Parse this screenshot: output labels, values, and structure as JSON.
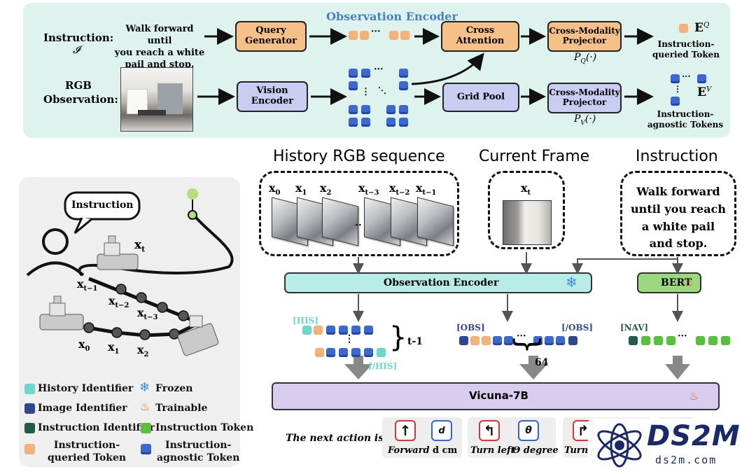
{
  "encoder_panel": {
    "title": "Observation Encoder",
    "instruction_label": "Instruction:",
    "instruction_symbol": "𝓘",
    "instruction_text_1": "Walk forward until",
    "instruction_text_2": "you reach a white",
    "instruction_text_3": "pail and stop.",
    "rgb_label_1": "RGB",
    "rgb_label_2": "Observation:",
    "query_generator_1": "Query",
    "query_generator_2": "Generator",
    "vision_encoder_1": "Vision",
    "vision_encoder_2": "Encoder",
    "cross_attention_1": "Cross",
    "cross_attention_2": "Attention",
    "grid_pool": "Grid Pool",
    "projector_1": "Cross-Modality",
    "projector_2": "Projector",
    "pq_label": "P",
    "pq_sub": "Q",
    "pq_arg": "(·)",
    "pv_label": "P",
    "pv_sub": "V",
    "pv_arg": "(·)",
    "eq_label": "E",
    "eq_sup": "Q",
    "ev_label": "E",
    "ev_sup": "V",
    "eq_caption_1": "Instruction-",
    "eq_caption_2": "queried Token",
    "ev_caption_1": "Instruction-",
    "ev_caption_2": "agnostic Tokens"
  },
  "scene": {
    "speech": "Instruction",
    "xt": "x",
    "xt_sub": "t",
    "xt1_sub": "t−1",
    "xt2_sub": "t−2",
    "xt3_sub": "t−3",
    "x0_sub": "0",
    "x1_sub": "1",
    "x2_sub": "2"
  },
  "pipeline": {
    "history_title": "History RGB sequence",
    "current_title": "Current Frame",
    "instruction_title": "Instruction",
    "h_x0": "0",
    "h_x1": "1",
    "h_x2": "2",
    "h_xt3": "t−3",
    "h_xt2": "t−2",
    "h_xt1": "t−1",
    "cur_sub": "t",
    "instruction_body_1": "Walk forward",
    "instruction_body_2": "until you reach",
    "instruction_body_3": "a white pail",
    "instruction_body_4": "and stop.",
    "observation_encoder": "Observation Encoder",
    "bert": "BERT",
    "his_open": "[HIS]",
    "his_close": "[/HIS]",
    "t_minus_1": "t-1",
    "obs_open": "[OBS]",
    "obs_close": "[/OBS]",
    "sixty_four": "64",
    "nav": "[NAV]",
    "llm": "Vicuna-7B",
    "next_action": "The next action is",
    "forward": "Forward",
    "d_cm": "d cm",
    "turn_left": "Turn left",
    "theta_degree": "Θ degree",
    "turn_partial": "Turn r"
  },
  "legend": {
    "history_identifier": "History Identifier",
    "image_identifier": "Image Identifier",
    "instruction_identifier": "Instruction Identifier",
    "instruction_queried_1": "Instruction-",
    "instruction_queried_2": "queried Token",
    "frozen": "Frozen",
    "trainable": "Trainable",
    "instruction_token": "Instruction Token",
    "instruction_agnostic_1": "Instruction-",
    "instruction_agnostic_2": "agnostic Token"
  },
  "watermark": {
    "brand": "DS2M",
    "url": "ds2m.com"
  },
  "colors": {
    "panel_bg": "#dff3ee",
    "orange": "#f6c089",
    "lavender": "#c9cdf2",
    "encoder_bar": "#b8ece7",
    "bert": "#9bd87f",
    "vicuna": "#d8cdee"
  }
}
